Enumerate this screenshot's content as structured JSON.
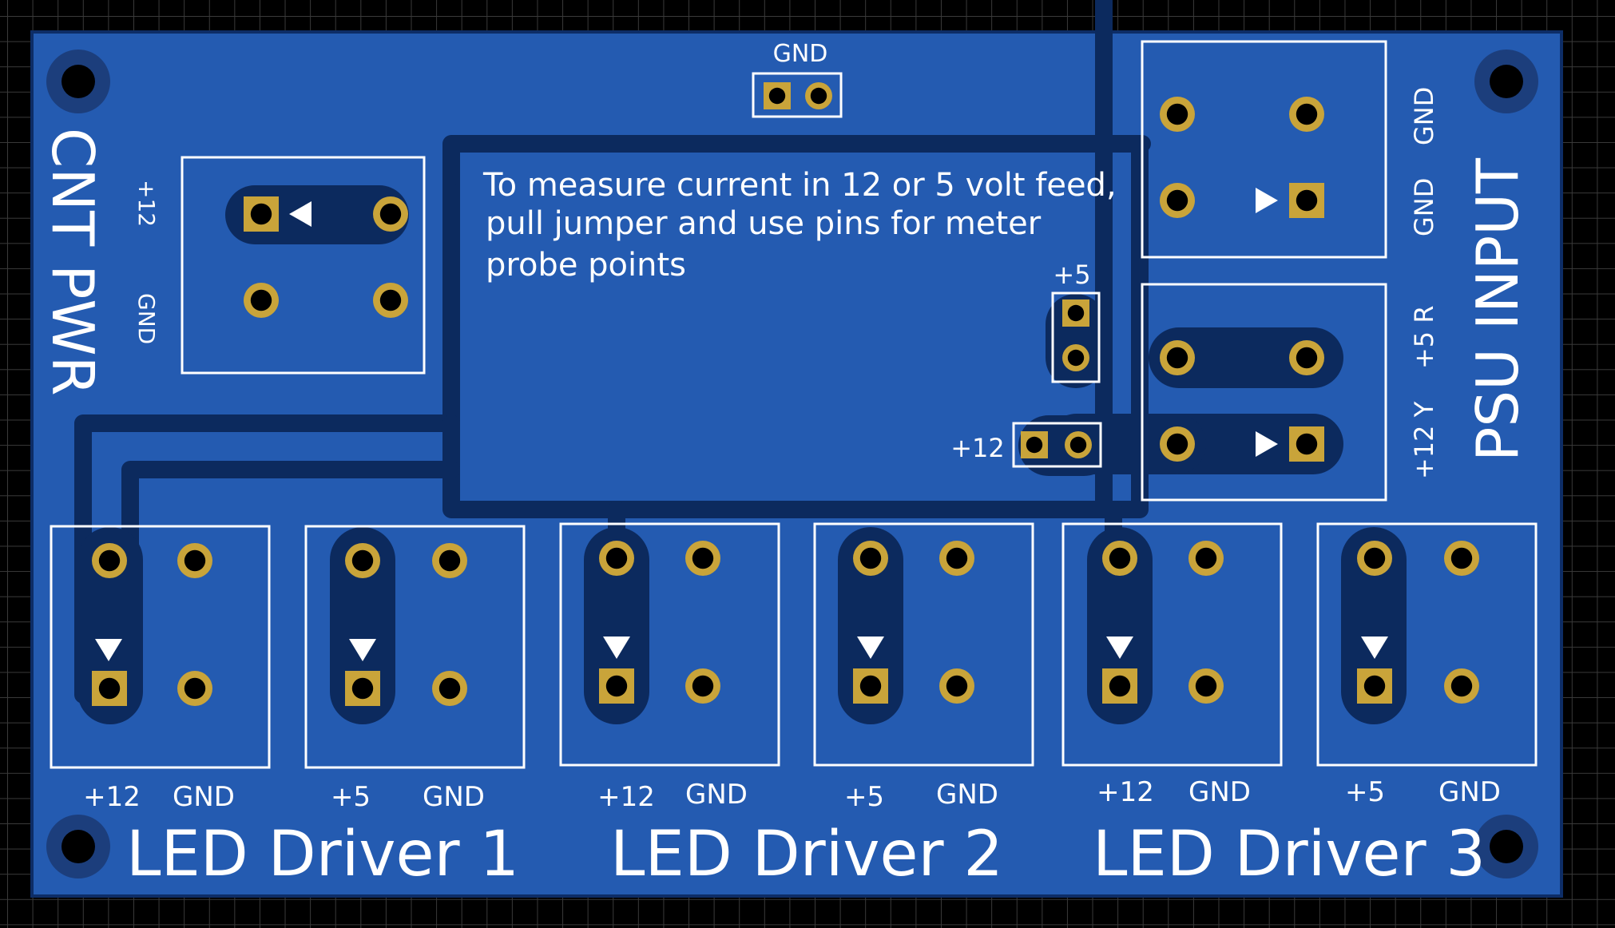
{
  "colors": {
    "board": "#245bb1",
    "board_edge": "#0d2d66",
    "trace": "#0c2a5e",
    "clearance": "#1c3e7c",
    "pad": "#c9a43a",
    "hole": "#000000",
    "silkscreen": "#ffffff",
    "background": "#000000",
    "grid": "#3a3a3a"
  },
  "labels": {
    "cnt_pwr": "CNT PWR",
    "psu_input": "PSU INPUT",
    "gnd_jumper": "GND",
    "plus12_left": "+12",
    "gnd_left": "GND",
    "psu_gnd1": "GND",
    "psu_gnd2": "GND",
    "psu_plus5": "+5 R",
    "psu_plus12": "+12 Y",
    "jumper_plus5": "+5",
    "jumper_plus12": "+12",
    "note_line1": "To measure current in 12 or 5 volt feed,",
    "note_line2": "pull jumper and use pins for meter",
    "note_line3": "probe points",
    "led_driver_1": "LED Driver 1",
    "led_driver_2": "LED Driver 2",
    "led_driver_3": "LED Driver 3"
  },
  "connector_labels": [
    {
      "left": "+12",
      "right": "GND"
    },
    {
      "left": "+5",
      "right": "GND"
    },
    {
      "left": "+12",
      "right": "GND"
    },
    {
      "left": "+5",
      "right": "GND"
    },
    {
      "left": "+12",
      "right": "GND"
    },
    {
      "left": "+5",
      "right": "GND"
    }
  ]
}
